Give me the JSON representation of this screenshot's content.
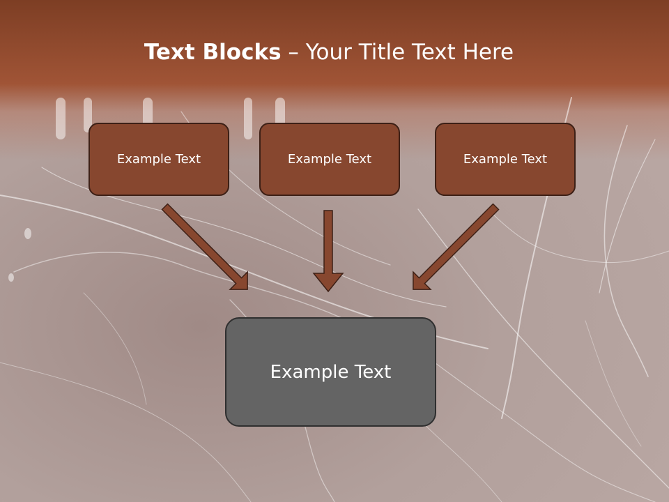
{
  "slide": {
    "title_bold": "Text Blocks",
    "title_rest": " – Your Title Text Here",
    "top_boxes": [
      {
        "label": "Example Text"
      },
      {
        "label": "Example Text"
      },
      {
        "label": "Example Text"
      }
    ],
    "bottom_box": {
      "label": "Example Text"
    }
  },
  "colors": {
    "header": "#8a4630",
    "box_fill": "#87472f",
    "box_border": "#3d2016",
    "arrow_fill": "#87472f",
    "bottom_box_fill": "#646464"
  }
}
